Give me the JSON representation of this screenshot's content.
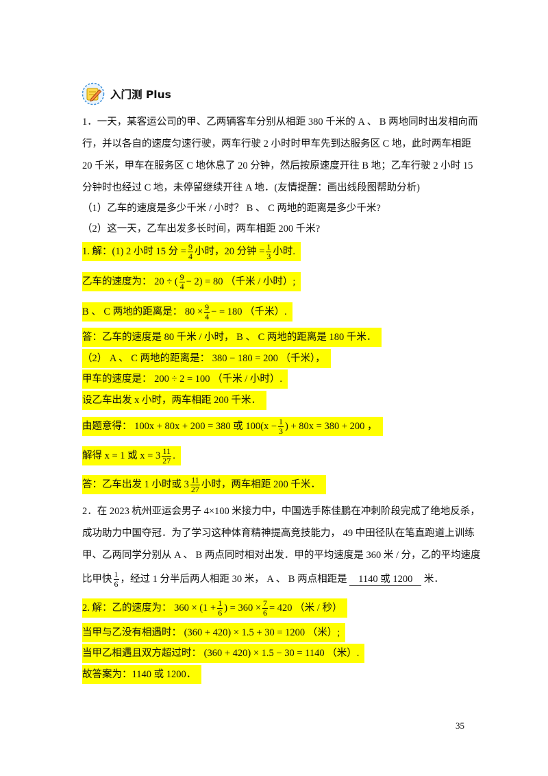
{
  "header": {
    "icon": "pencil-notebook-icon",
    "title": "入门测 Plus"
  },
  "q1": {
    "l1": "1．一天，某客运公司的甲、乙两辆客车分别从相距 380 千米的 A 、 B 两地同时出发相向而",
    "l2": "行，并以各自的速度匀速行驶，两车行驶 2 小时时甲车先到达服务区 C 地，此时两车相距",
    "l3": "20 千米，甲车在服务区 C 地休息了 20 分钟，然后按原速度开往 B 地；乙车行驶 2 小时 15",
    "l4": "分钟时也经过 C 地，未停留继续开往 A 地．(友情提醒：画出线段图帮助分析)",
    "p1": "（1）乙车的速度是多少千米 / 小时？ B 、 C 两地的距离是多少千米?",
    "p2": "（2）这一天，乙车出发多长时间，两车相距 200 千米?"
  },
  "a1": {
    "l1a": "1. 解：(1) 2 小时 15 分 =",
    "l1f1n": "9",
    "l1f1d": "4",
    "l1b": "小时，20 分钟 =",
    "l1f2n": "1",
    "l1f2d": "3",
    "l1c": "小时.",
    "l2a": "乙车的速度为： 20 ÷ (",
    "l2fn": "9",
    "l2fd": "4",
    "l2b": "− 2) = 80 （千米 / 小时）;",
    "l3a": "B 、 C 两地的距离是： 80 ×",
    "l3fn": "9",
    "l3fd": "4",
    "l3b": "− = 180 （千米）.",
    "l4": "答：乙车的速度是 80 千米 / 小时， B 、 C 两地的距离是 180 千米．",
    "l5": "（2） A 、 C 两地的距离是： 380 − 180 = 200 （千米），",
    "l6": "甲车的速度是： 200 ÷ 2 = 100 （千米 / 小时）.",
    "l7": "设乙车出发 x 小时，两车相距 200 千米．",
    "l8a": "由题意得： 100x + 80x + 200 = 380 或 100(x −",
    "l8fn": "1",
    "l8fd": "3",
    "l8b": ") + 80x = 380 + 200 ，",
    "l9a": "解得 x = 1 或 x = 3",
    "l9fn": "11",
    "l9fd": "27",
    "l9b": ".",
    "l10a": "答：乙车出发 1 小时或 3",
    "l10fn": "11",
    "l10fd": "27",
    "l10b": "小时，两车相距 200 千米．"
  },
  "q2": {
    "l1": "2．在 2023 杭州亚运会男子 4×100 米接力中，中国选手陈佳鹏在冲刺阶段完成了绝地反杀，",
    "l2": "成功助力中国夺冠．为了学习这种体育精神提高竞技能力， 49 中田径队在笔直跑道上训练",
    "l3": "甲、乙两同学分别从 A 、 B 两点同时相对出发．甲的平均速度是 360 米 / 分，乙的平均速度",
    "l4a": "比甲快",
    "l4fn": "1",
    "l4fd": "6",
    "l4b": "，经过 1 分半后两人相距 30 米， A 、 B 两点相距是",
    "l4blank": "1140 或 1200",
    "l4c": "米．"
  },
  "a2": {
    "l1a": "2. 解：乙的速度为： 360 × (1 +",
    "l1f1n": "1",
    "l1f1d": "6",
    "l1b": ") = 360 ×",
    "l1f2n": "7",
    "l1f2d": "6",
    "l1c": "= 420 （米 / 秒）",
    "l2": "当甲与乙没有相遇时： (360 + 420) × 1.5 + 30 = 1200 （米）;",
    "l3": "当甲乙相遇且双方超过时： (360 + 420) × 1.5 − 30 = 1140 （米）.",
    "l4": "故答案为：1140 或 1200．"
  },
  "page_number": "35"
}
